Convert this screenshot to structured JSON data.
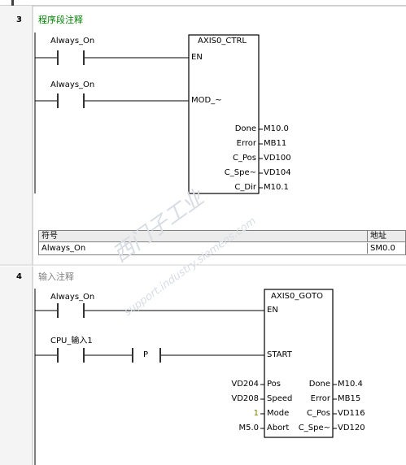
{
  "networks": [
    {
      "number": "3",
      "title": "程序段注释",
      "title_color": "#008000",
      "contacts": [
        {
          "label": "Always_On"
        },
        {
          "label": "Always_On"
        }
      ],
      "block": {
        "name": "AXIS0_CTRL",
        "inputs": [
          "EN",
          "MOD_~"
        ],
        "outputs": [
          {
            "pin": "Done",
            "value": "M10.0"
          },
          {
            "pin": "Error",
            "value": "MB11"
          },
          {
            "pin": "C_Pos",
            "value": "VD100"
          },
          {
            "pin": "C_Spe~",
            "value": "VD104"
          },
          {
            "pin": "C_Dir",
            "value": "M10.1"
          }
        ]
      },
      "symbol_table": {
        "headers": [
          "符号",
          "地址"
        ],
        "rows": [
          {
            "symbol": "Always_On",
            "address": "SM0.0"
          }
        ]
      }
    },
    {
      "number": "4",
      "title": "输入注释",
      "title_color": "#808080",
      "contacts": [
        {
          "label": "Always_On"
        },
        {
          "label": "CPU_输入1"
        }
      ],
      "edge_detector": "P",
      "block": {
        "name": "AXIS0_GOTO",
        "inputs": [
          "EN",
          "START"
        ],
        "params": [
          {
            "left_value": "VD204",
            "in_pin": "Pos",
            "out_pin": "Done",
            "right_value": "M10.4"
          },
          {
            "left_value": "VD208",
            "in_pin": "Speed",
            "out_pin": "Error",
            "right_value": "MB15"
          },
          {
            "left_value": "1",
            "in_pin": "Mode",
            "out_pin": "C_Pos",
            "right_value": "VD116"
          },
          {
            "left_value": "M5.0",
            "in_pin": "Abort",
            "out_pin": "C_Spe~",
            "right_value": "VD120"
          }
        ],
        "mode_value_color": "#808000"
      }
    }
  ],
  "watermarks": [
    "西门子工业",
    "support.industry.siemens.com"
  ]
}
